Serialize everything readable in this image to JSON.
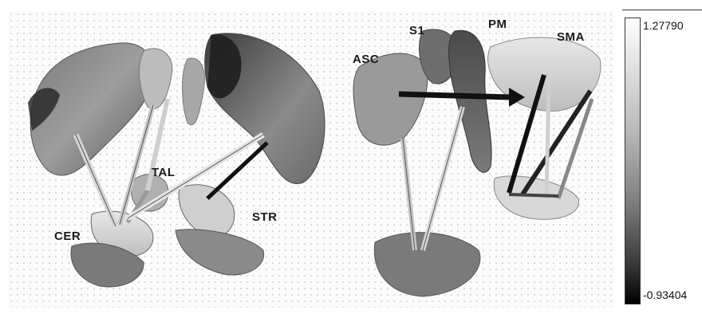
{
  "regions": {
    "left": {
      "cer": "CER",
      "tal": "TAL",
      "str": "STR"
    },
    "right": {
      "asc": "ASC",
      "s1": "S1",
      "pm": "PM",
      "sma": "SMA"
    }
  },
  "colorbar": {
    "max": "1.27790",
    "min": "-0.93404",
    "colors": {
      "high": "#ffffff",
      "low": "#000000"
    }
  }
}
